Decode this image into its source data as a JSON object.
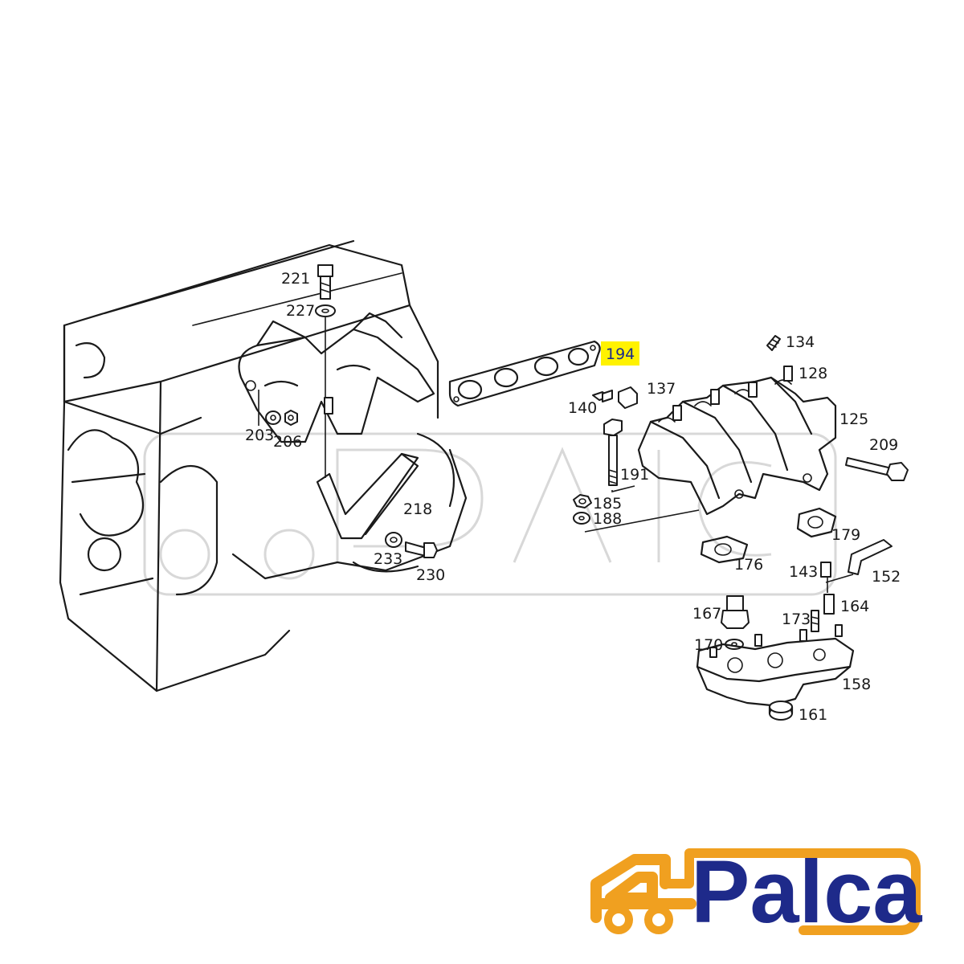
{
  "diagram": {
    "highlight_color": "#fff200",
    "highlighted_part": "194",
    "callouts": {
      "c221": "221",
      "c227": "227",
      "c203": "203",
      "c206": "206",
      "c218": "218",
      "c233": "233",
      "c230": "230",
      "c194": "194",
      "c134": "134",
      "c128": "128",
      "c137": "137",
      "c140": "140",
      "c125": "125",
      "c209": "209",
      "c191": "191",
      "c185": "185",
      "c188": "188",
      "c179": "179",
      "c176": "176",
      "c143": "143",
      "c152": "152",
      "c164": "164",
      "c167": "167",
      "c173": "173",
      "c170": "170",
      "c158": "158",
      "c161": "161"
    }
  },
  "brand": {
    "name": "Palca",
    "primary_color": "#1e2a8a",
    "accent_color": "#f0a020",
    "icon": "truck-icon"
  }
}
